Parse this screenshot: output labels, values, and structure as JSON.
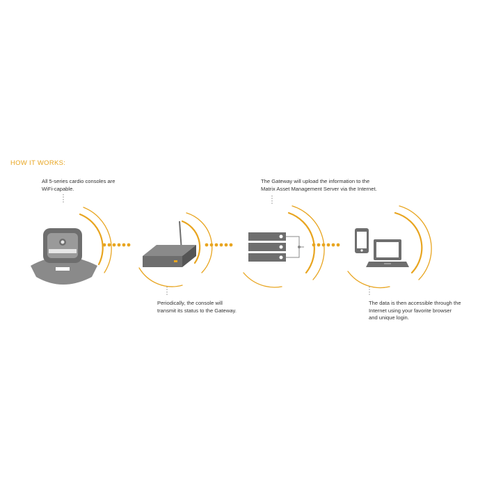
{
  "heading": "HOW IT WORKS:",
  "captions": {
    "console": "All 5-series cardio consoles are WiFi-capable.",
    "console_lines": [
      "All 5-series cardio consoles are",
      "WiFi-capable."
    ],
    "gateway_lines": [
      "The Gateway will upload the information to the",
      "Matrix Asset Management Server via the Internet."
    ],
    "transmit_lines": [
      "Periodically, the console will",
      "transmit its status to the Gateway."
    ],
    "access_lines": [
      "The data is then accessible through the",
      "Internet using your favorite browser",
      "and unique login."
    ]
  },
  "colors": {
    "accent": "#e8a520",
    "icon_gray": "#6e6e6e",
    "text": "#333333"
  },
  "icons": [
    "console-icon",
    "router-icon",
    "server-icon",
    "phone-icon",
    "laptop-icon",
    "wifi-arc-icon"
  ]
}
